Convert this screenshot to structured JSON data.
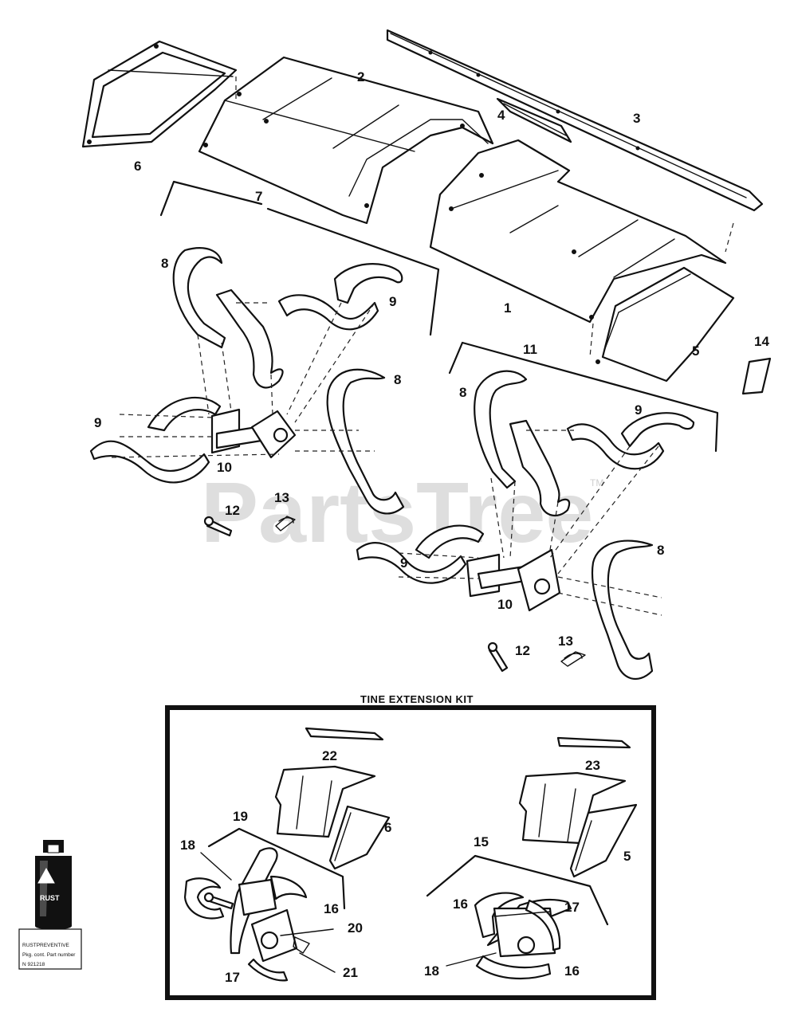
{
  "diagram": {
    "callouts": {
      "c1": "1",
      "c2": "2",
      "c3": "3",
      "c4": "4",
      "c5": "5",
      "c6": "6",
      "c7": "7",
      "c8a": "8",
      "c8b": "8",
      "c8c": "8",
      "c8d": "8",
      "c9a": "9",
      "c9b": "9",
      "c9c": "9",
      "c9d": "9",
      "c10a": "10",
      "c10b": "10",
      "c11": "11",
      "c12a": "12",
      "c12b": "12",
      "c13a": "13",
      "c13b": "13",
      "c14": "14"
    },
    "kit": {
      "title": "TINE EXTENSION KIT",
      "callouts": {
        "k22": "22",
        "k23": "23",
        "k6": "6",
        "k5": "5",
        "k19": "19",
        "k15": "15",
        "k18a": "18",
        "k18b": "18",
        "k16a": "16",
        "k16b": "16",
        "k16c": "16",
        "k17a": "17",
        "k17b": "17",
        "k20": "20",
        "k21": "21"
      }
    },
    "can_label": {
      "brand_text": "RUST",
      "box_title": "RUSTPREVENTIVE",
      "box_line1": "Pkg. cont.    Part number",
      "box_line2": "N        921218"
    },
    "watermark": {
      "text": "PartsTree",
      "tm": "TM"
    }
  }
}
